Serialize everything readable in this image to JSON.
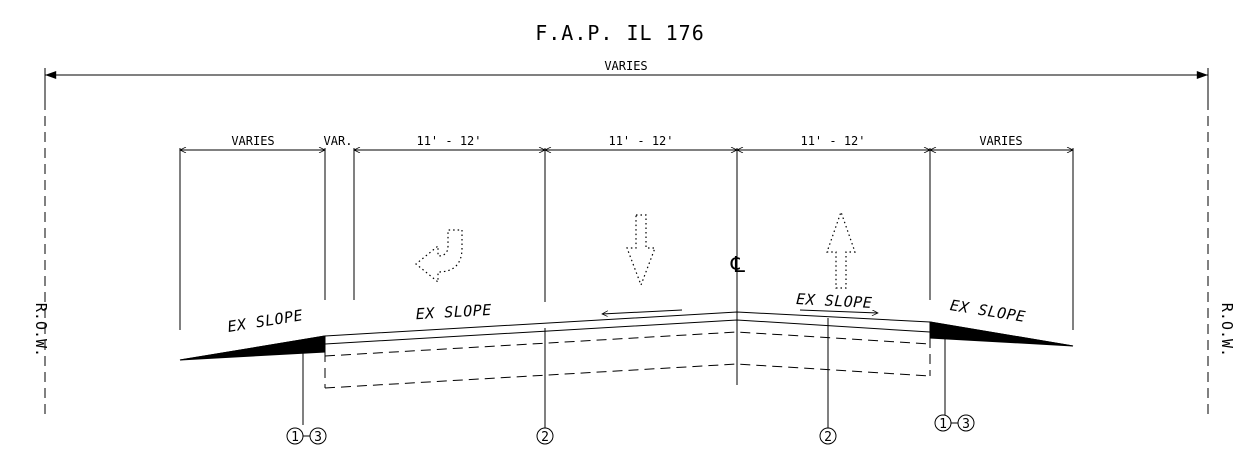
{
  "drawing": {
    "title": "F.A.P. IL 176",
    "overall_width_label": "VARIES",
    "row_label": "R.O.W.",
    "centerline_symbol": "℄",
    "dimensions": [
      "VARIES",
      "VAR.",
      "11' - 12'",
      "11' - 12'",
      "11' - 12'",
      "VARIES"
    ],
    "slope_labels": [
      "EX SLOPE",
      "EX SLOPE",
      "EX SLOPE",
      "EX SLOPE"
    ],
    "callouts": [
      {
        "a": "1",
        "b": "3"
      },
      {
        "a": "2"
      },
      {
        "a": "2"
      },
      {
        "a": "1",
        "b": "3"
      }
    ]
  }
}
